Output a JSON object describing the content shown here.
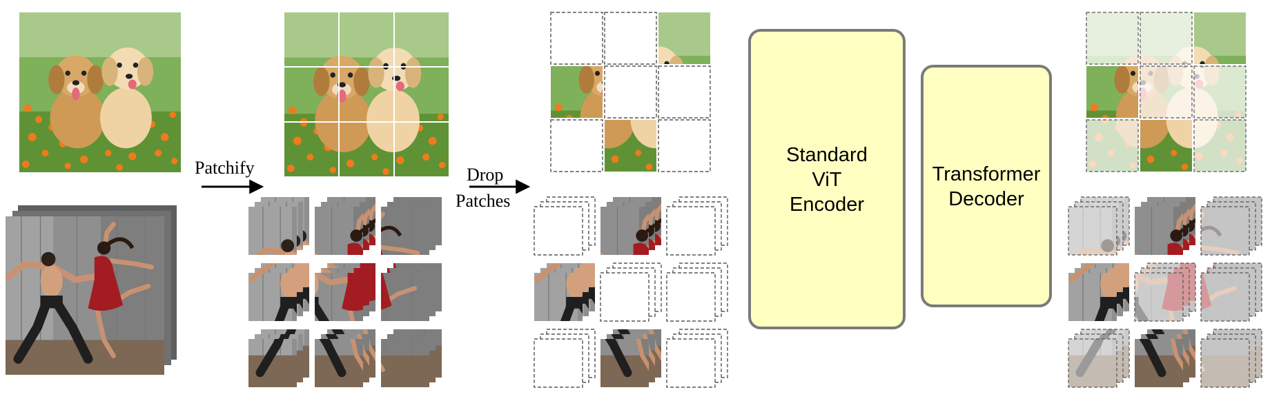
{
  "labels": {
    "patchify": "Patchify",
    "drop_line1": "Drop",
    "drop_line2": "Patches",
    "encoder": [
      "Standard",
      "ViT",
      "Encoder"
    ],
    "decoder": [
      "Transformer",
      "Decoder"
    ]
  },
  "images": {
    "top": "puppies",
    "bottom": "dancers"
  },
  "masks": {
    "image_grid": [
      [
        1,
        1,
        0
      ],
      [
        0,
        1,
        1
      ],
      [
        1,
        0,
        1
      ]
    ],
    "video_grid": [
      [
        1,
        0,
        1
      ],
      [
        0,
        1,
        1
      ],
      [
        1,
        0,
        1
      ]
    ]
  },
  "colors": {
    "block_fill": "#ffffc2",
    "block_border": "#777777",
    "grass": "#6a9a3c",
    "puppy": "#d8a868",
    "wall": "#8a8a8a",
    "floor": "#7a6552"
  }
}
